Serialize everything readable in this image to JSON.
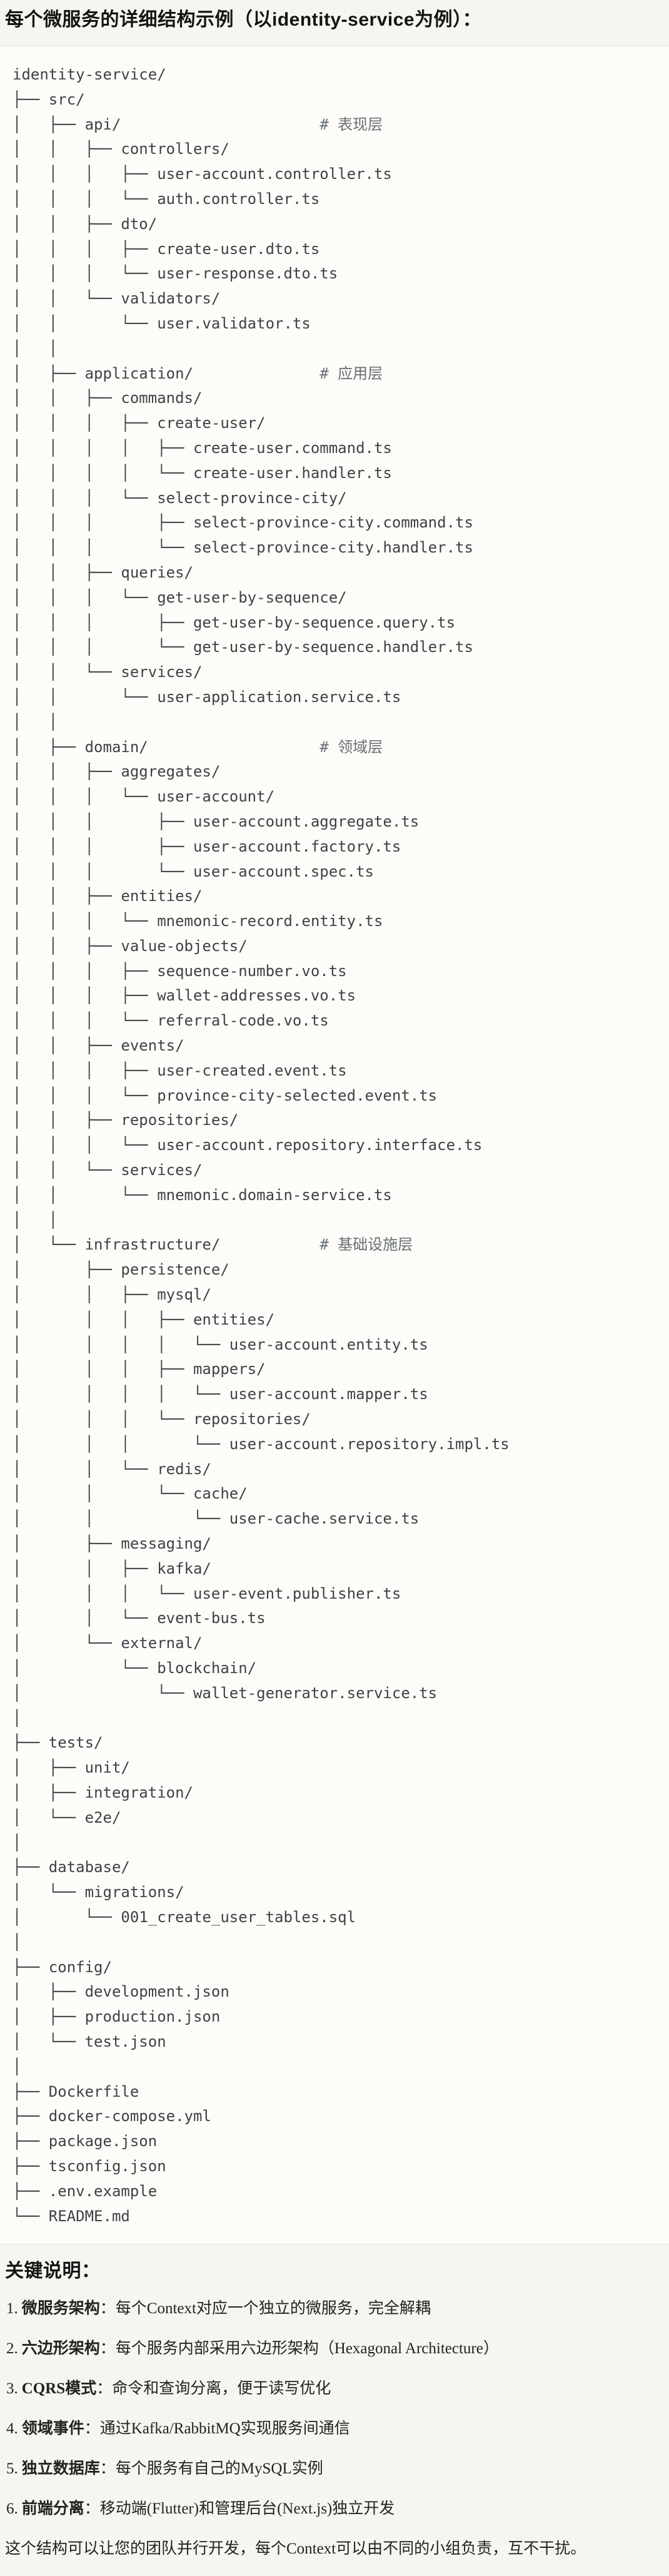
{
  "page": {
    "title": "每个微服务的详细结构示例（以identity-service为例）："
  },
  "tree": {
    "lines": [
      "identity-service/",
      "├── src/",
      "│   ├── api/                      # 表现层",
      "│   │   ├── controllers/",
      "│   │   │   ├── user-account.controller.ts",
      "│   │   │   └── auth.controller.ts",
      "│   │   ├── dto/",
      "│   │   │   ├── create-user.dto.ts",
      "│   │   │   └── user-response.dto.ts",
      "│   │   └── validators/",
      "│   │       └── user.validator.ts",
      "│   │",
      "│   ├── application/              # 应用层",
      "│   │   ├── commands/",
      "│   │   │   ├── create-user/",
      "│   │   │   │   ├── create-user.command.ts",
      "│   │   │   │   └── create-user.handler.ts",
      "│   │   │   └── select-province-city/",
      "│   │   │       ├── select-province-city.command.ts",
      "│   │   │       └── select-province-city.handler.ts",
      "│   │   ├── queries/",
      "│   │   │   └── get-user-by-sequence/",
      "│   │   │       ├── get-user-by-sequence.query.ts",
      "│   │   │       └── get-user-by-sequence.handler.ts",
      "│   │   └── services/",
      "│   │       └── user-application.service.ts",
      "│   │",
      "│   ├── domain/                   # 领域层",
      "│   │   ├── aggregates/",
      "│   │   │   └── user-account/",
      "│   │   │       ├── user-account.aggregate.ts",
      "│   │   │       ├── user-account.factory.ts",
      "│   │   │       └── user-account.spec.ts",
      "│   │   ├── entities/",
      "│   │   │   └── mnemonic-record.entity.ts",
      "│   │   ├── value-objects/",
      "│   │   │   ├── sequence-number.vo.ts",
      "│   │   │   ├── wallet-addresses.vo.ts",
      "│   │   │   └── referral-code.vo.ts",
      "│   │   ├── events/",
      "│   │   │   ├── user-created.event.ts",
      "│   │   │   └── province-city-selected.event.ts",
      "│   │   ├── repositories/",
      "│   │   │   └── user-account.repository.interface.ts",
      "│   │   └── services/",
      "│   │       └── mnemonic.domain-service.ts",
      "│   │",
      "│   └── infrastructure/           # 基础设施层",
      "│       ├── persistence/",
      "│       │   ├── mysql/",
      "│       │   │   ├── entities/",
      "│       │   │   │   └── user-account.entity.ts",
      "│       │   │   ├── mappers/",
      "│       │   │   │   └── user-account.mapper.ts",
      "│       │   │   └── repositories/",
      "│       │   │       └── user-account.repository.impl.ts",
      "│       │   └── redis/",
      "│       │       └── cache/",
      "│       │           └── user-cache.service.ts",
      "│       ├── messaging/",
      "│       │   ├── kafka/",
      "│       │   │   └── user-event.publisher.ts",
      "│       │   └── event-bus.ts",
      "│       └── external/",
      "│           └── blockchain/",
      "│               └── wallet-generator.service.ts",
      "│",
      "├── tests/",
      "│   ├── unit/",
      "│   ├── integration/",
      "│   └── e2e/",
      "│",
      "├── database/",
      "│   └── migrations/",
      "│       └── 001_create_user_tables.sql",
      "│",
      "├── config/",
      "│   ├── development.json",
      "│   ├── production.json",
      "│   └── test.json",
      "│",
      "├── Dockerfile",
      "├── docker-compose.yml",
      "├── package.json",
      "├── tsconfig.json",
      "├── .env.example",
      "└── README.md"
    ]
  },
  "notes": {
    "heading": "关键说明：",
    "items": [
      {
        "num": "1.",
        "label": "微服务架构",
        "text": "：每个Context对应一个独立的微服务，完全解耦"
      },
      {
        "num": "2.",
        "label": "六边形架构",
        "text": "：每个服务内部采用六边形架构（Hexagonal Architecture）"
      },
      {
        "num": "3.",
        "label": "CQRS模式",
        "text": "：命令和查询分离，便于读写优化"
      },
      {
        "num": "4.",
        "label": "领域事件",
        "text": "：通过Kafka/RabbitMQ实现服务间通信"
      },
      {
        "num": "5.",
        "label": "独立数据库",
        "text": "：每个服务有自己的MySQL实例"
      },
      {
        "num": "6.",
        "label": "前端分离",
        "text": "：移动端(Flutter)和管理后台(Next.js)独立开发"
      }
    ],
    "footer": "这个结构可以让您的团队并行开发，每个Context可以由不同的小组负责，互不干扰。"
  },
  "colors": {
    "page_background": "#f7f5ef",
    "code_background": "#fdfcf8",
    "code_border": "#e3e0d8",
    "tree_text": "#3e4247",
    "tree_comment": "#676e75"
  }
}
